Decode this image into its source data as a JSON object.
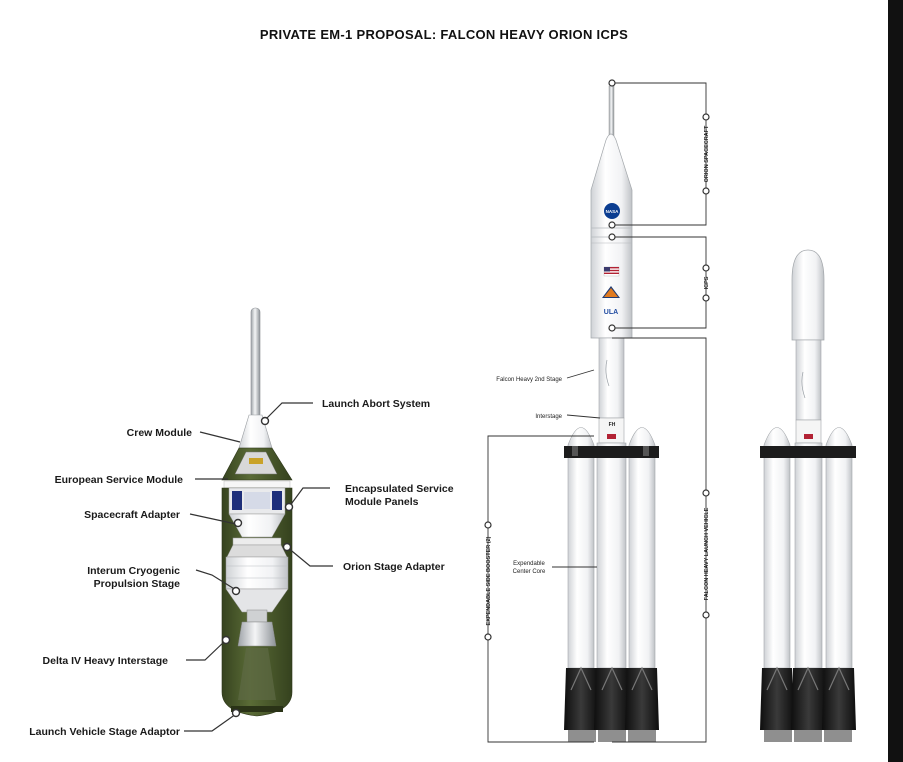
{
  "title": "PRIVATE EM-1 PROPOSAL: FALCON HEAVY ORION ICPS",
  "cutaway_labels": {
    "launch_abort_system": "Launch Abort System",
    "crew_module": "Crew Module",
    "european_service_module": "European Service Module",
    "encapsulated_panels_line1": "Encapsulated Service",
    "encapsulated_panels_line2": "Module Panels",
    "spacecraft_adapter": "Spacecraft Adapter",
    "orion_stage_adapter": "Orion Stage Adapter",
    "icps_line1": "Interum Cryogenic",
    "icps_line2": "Propulsion Stage",
    "delta_interstage": "Delta IV Heavy Interstage",
    "lv_stage_adaptor": "Launch Vehicle Stage Adaptor"
  },
  "stack_labels": {
    "falcon_2nd_stage": "Falcon Heavy 2nd Stage",
    "interstage": "Interstage",
    "center_core_line1": "Expendable",
    "center_core_line2": "Center Core",
    "side_booster": "EXPENDABLE SIDE BOOSTER (2)",
    "orion_spacecraft": "ORION SPACECRAFT",
    "icps": "ICPS",
    "falcon_heavy_lv": "FALCON HEAVY LAUNCH VEHICLE"
  },
  "decals": {
    "nasa": "NASA",
    "ula": "ULA",
    "fh": "FH"
  },
  "colors": {
    "olive": "#4a5a2e",
    "olive_dark": "#36431f",
    "esm_blue": "#1e2f7a",
    "engine_black": "#1c1c1c",
    "leader": "#333333"
  }
}
